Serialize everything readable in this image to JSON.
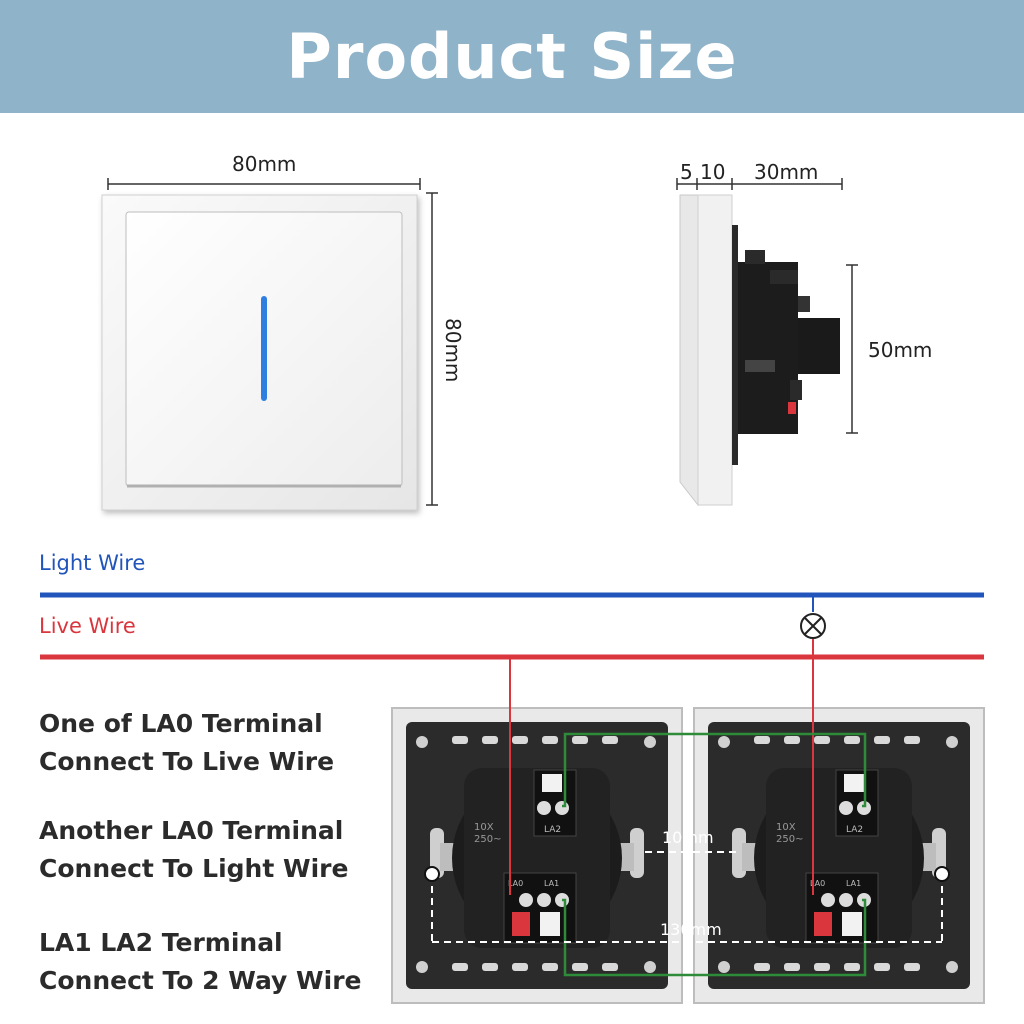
{
  "header": {
    "title": "Product Size"
  },
  "dimensions": {
    "front_width": "80mm",
    "front_height": "80mm",
    "side_plate": "5",
    "side_frame": "10",
    "side_depth": "30mm",
    "side_height": "50mm",
    "module_gap": "10mm",
    "module_spacing": "130mm"
  },
  "wires": {
    "light_label": "Light Wire",
    "live_label": "Live Wire",
    "light_color": "#2255bb",
    "live_color": "#d9363e",
    "two_way_color": "#2e8b3a"
  },
  "instructions": [
    {
      "line1": "One of LA0 Terminal",
      "line2": "Connect To Live Wire"
    },
    {
      "line1": "Another LA0 Terminal",
      "line2": "Connect To Light Wire"
    },
    {
      "line1": "LA1 LA2 Terminal",
      "line2": "Connect To 2 Way Wire"
    }
  ],
  "module_markings": {
    "rating_1": "10X",
    "rating_2": "250~",
    "terminal_la2": "LA2",
    "terminal_la0": "LA0",
    "terminal_la1": "LA1"
  },
  "icons": [
    "bulb-icon"
  ]
}
